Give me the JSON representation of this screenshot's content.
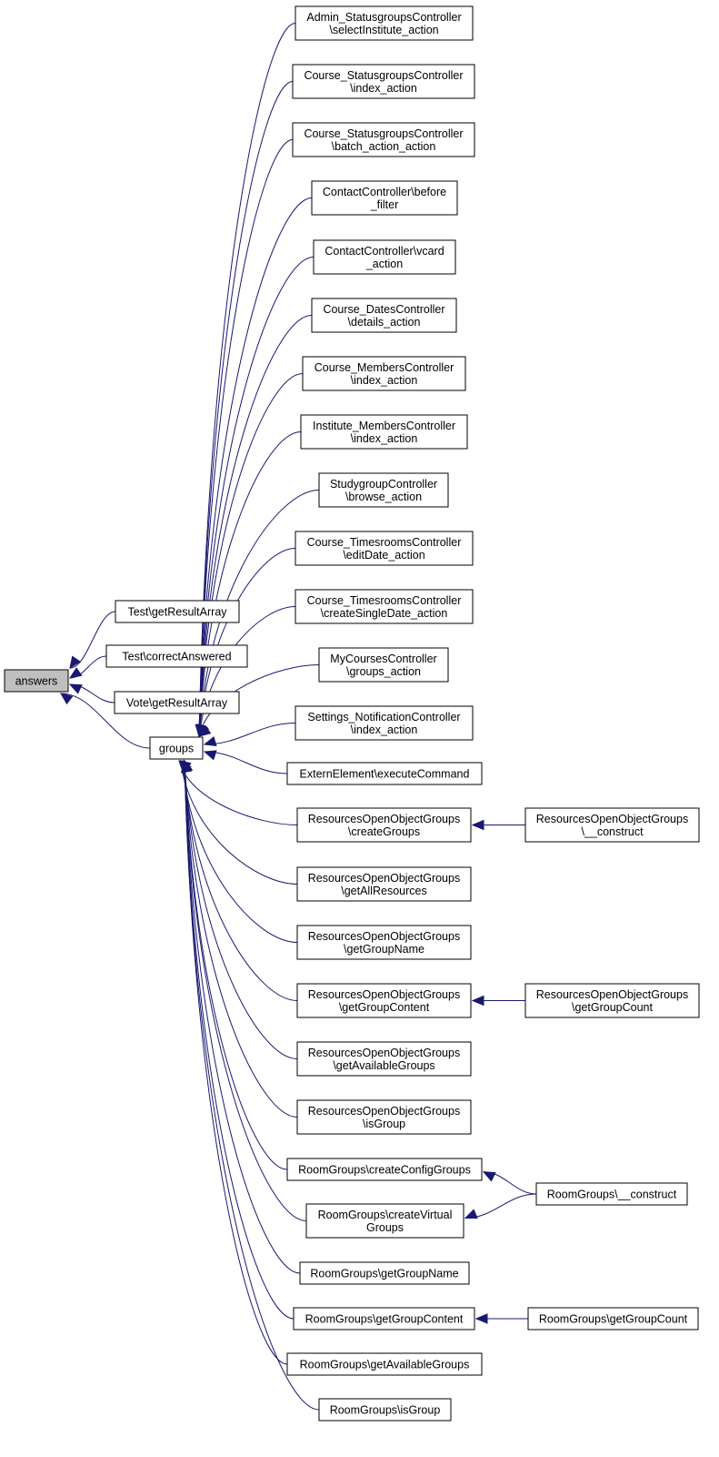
{
  "root": "answers",
  "nodes": {
    "answers": [
      "answers"
    ],
    "test_getresultarray": [
      "Test\\getResultArray"
    ],
    "test_correctanswered": [
      "Test\\correctAnswered"
    ],
    "vote_getresultarray": [
      "Vote\\getResultArray"
    ],
    "groups": [
      "groups"
    ],
    "admin_statusgroups_selectinstitute": [
      "Admin_StatusgroupsController",
      "\\selectInstitute_action"
    ],
    "course_statusgroups_index": [
      "Course_StatusgroupsController",
      "\\index_action"
    ],
    "course_statusgroups_batch": [
      "Course_StatusgroupsController",
      "\\batch_action_action"
    ],
    "contact_before_filter": [
      "ContactController\\before",
      "_filter"
    ],
    "contact_vcard": [
      "ContactController\\vcard",
      "_action"
    ],
    "course_dates_details": [
      "Course_DatesController",
      "\\details_action"
    ],
    "course_members_index": [
      "Course_MembersController",
      "\\index_action"
    ],
    "institute_members_index": [
      "Institute_MembersController",
      "\\index_action"
    ],
    "studygroup_browse": [
      "StudygroupController",
      "\\browse_action"
    ],
    "course_timesrooms_editdate": [
      "Course_TimesroomsController",
      "\\editDate_action"
    ],
    "course_timesrooms_createsingledate": [
      "Course_TimesroomsController",
      "\\createSingleDate_action"
    ],
    "mycourses_groups": [
      "MyCoursesController",
      "\\groups_action"
    ],
    "settings_notification_index": [
      "Settings_NotificationController",
      "\\index_action"
    ],
    "externelement_executecommand": [
      "ExternElement\\executeCommand"
    ],
    "rog_creategroups": [
      "ResourcesOpenObjectGroups",
      "\\createGroups"
    ],
    "rog_getallresources": [
      "ResourcesOpenObjectGroups",
      "\\getAllResources"
    ],
    "rog_getgroupname": [
      "ResourcesOpenObjectGroups",
      "\\getGroupName"
    ],
    "rog_getgroupcontent": [
      "ResourcesOpenObjectGroups",
      "\\getGroupContent"
    ],
    "rog_getavailablegroups": [
      "ResourcesOpenObjectGroups",
      "\\getAvailableGroups"
    ],
    "rog_isgroup": [
      "ResourcesOpenObjectGroups",
      "\\isGroup"
    ],
    "rg_createconfiggroups": [
      "RoomGroups\\createConfigGroups"
    ],
    "rg_createvirtualgroups": [
      "RoomGroups\\createVirtual",
      "Groups"
    ],
    "rg_getgroupname": [
      "RoomGroups\\getGroupName"
    ],
    "rg_getgroupcontent": [
      "RoomGroups\\getGroupContent"
    ],
    "rg_getavailablegroups": [
      "RoomGroups\\getAvailableGroups"
    ],
    "rg_isgroup": [
      "RoomGroups\\isGroup"
    ],
    "rog_construct": [
      "ResourcesOpenObjectGroups",
      "\\__construct"
    ],
    "rog_getgroupcount": [
      "ResourcesOpenObjectGroups",
      "\\getGroupCount"
    ],
    "rg_construct": [
      "RoomGroups\\__construct"
    ],
    "rg_getgroupcount": [
      "RoomGroups\\getGroupCount"
    ]
  },
  "edges": [
    [
      "test_getresultarray",
      "answers"
    ],
    [
      "test_correctanswered",
      "answers"
    ],
    [
      "vote_getresultarray",
      "answers"
    ],
    [
      "groups",
      "answers"
    ],
    [
      "admin_statusgroups_selectinstitute",
      "groups"
    ],
    [
      "course_statusgroups_index",
      "groups"
    ],
    [
      "course_statusgroups_batch",
      "groups"
    ],
    [
      "contact_before_filter",
      "groups"
    ],
    [
      "contact_vcard",
      "groups"
    ],
    [
      "course_dates_details",
      "groups"
    ],
    [
      "course_members_index",
      "groups"
    ],
    [
      "institute_members_index",
      "groups"
    ],
    [
      "studygroup_browse",
      "groups"
    ],
    [
      "course_timesrooms_editdate",
      "groups"
    ],
    [
      "course_timesrooms_createsingledate",
      "groups"
    ],
    [
      "mycourses_groups",
      "groups"
    ],
    [
      "settings_notification_index",
      "groups"
    ],
    [
      "externelement_executecommand",
      "groups"
    ],
    [
      "rog_creategroups",
      "groups"
    ],
    [
      "rog_getallresources",
      "groups"
    ],
    [
      "rog_getgroupname",
      "groups"
    ],
    [
      "rog_getgroupcontent",
      "groups"
    ],
    [
      "rog_getavailablegroups",
      "groups"
    ],
    [
      "rog_isgroup",
      "groups"
    ],
    [
      "rg_createconfiggroups",
      "groups"
    ],
    [
      "rg_createvirtualgroups",
      "groups"
    ],
    [
      "rg_getgroupname",
      "groups"
    ],
    [
      "rg_getgroupcontent",
      "groups"
    ],
    [
      "rg_getavailablegroups",
      "groups"
    ],
    [
      "rg_isgroup",
      "groups"
    ],
    [
      "rog_construct",
      "rog_creategroups"
    ],
    [
      "rog_getgroupcount",
      "rog_getgroupcontent"
    ],
    [
      "rg_construct",
      "rg_createconfiggroups"
    ],
    [
      "rg_construct",
      "rg_createvirtualgroups"
    ],
    [
      "rg_getgroupcount",
      "rg_getgroupcontent"
    ]
  ]
}
